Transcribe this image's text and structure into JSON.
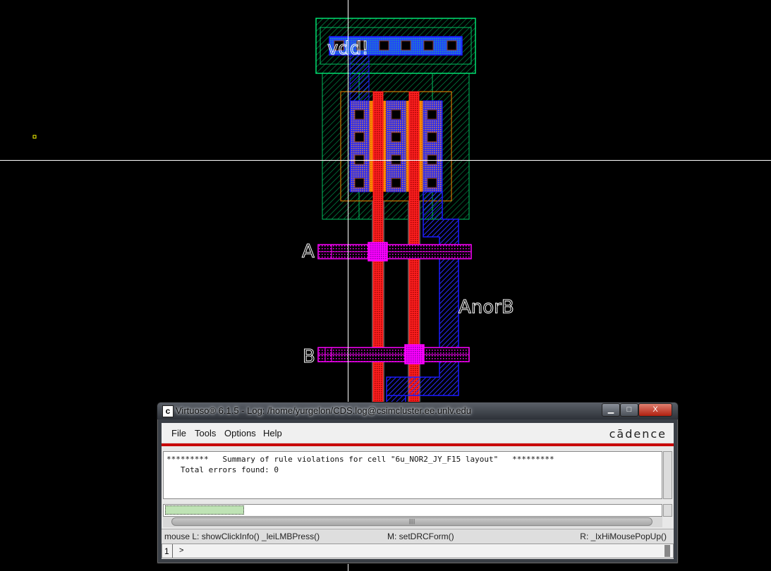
{
  "layout": {
    "labels": {
      "vdd": "vdd!",
      "a": "A",
      "b": "B",
      "out": "AnorB"
    },
    "colors": {
      "nwell": "#00c060",
      "metal1": "#1a1aff",
      "poly": "#ff2020",
      "active": "#ff8c00",
      "pin": "#ff00ff",
      "crosshair": "#ffffff",
      "marker": "#ffff00"
    }
  },
  "window": {
    "title": "Virtuoso® 6.1.5 - Log: /home/yurgelon/CDS.log@csimcluster.ee.unlv.edu",
    "icon_letter": "c",
    "controls": {
      "minimize": "▁",
      "maximize": "□",
      "close": "X"
    },
    "menu": [
      "File",
      "Tools",
      "Options",
      "Help"
    ],
    "brand": "cādence",
    "log_lines": [
      "*********   Summary of rule violations for cell \"6u_NOR2_JY_F15 layout\"   *********",
      "   Total errors found: 0"
    ],
    "status": {
      "left": "mouse L: showClickInfo() _leiLMBPress()",
      "middle": "M: setDRCForm()",
      "right": "R: _lxHiMousePopUp()"
    },
    "command": {
      "line_number": "1",
      "prompt": ">"
    }
  }
}
